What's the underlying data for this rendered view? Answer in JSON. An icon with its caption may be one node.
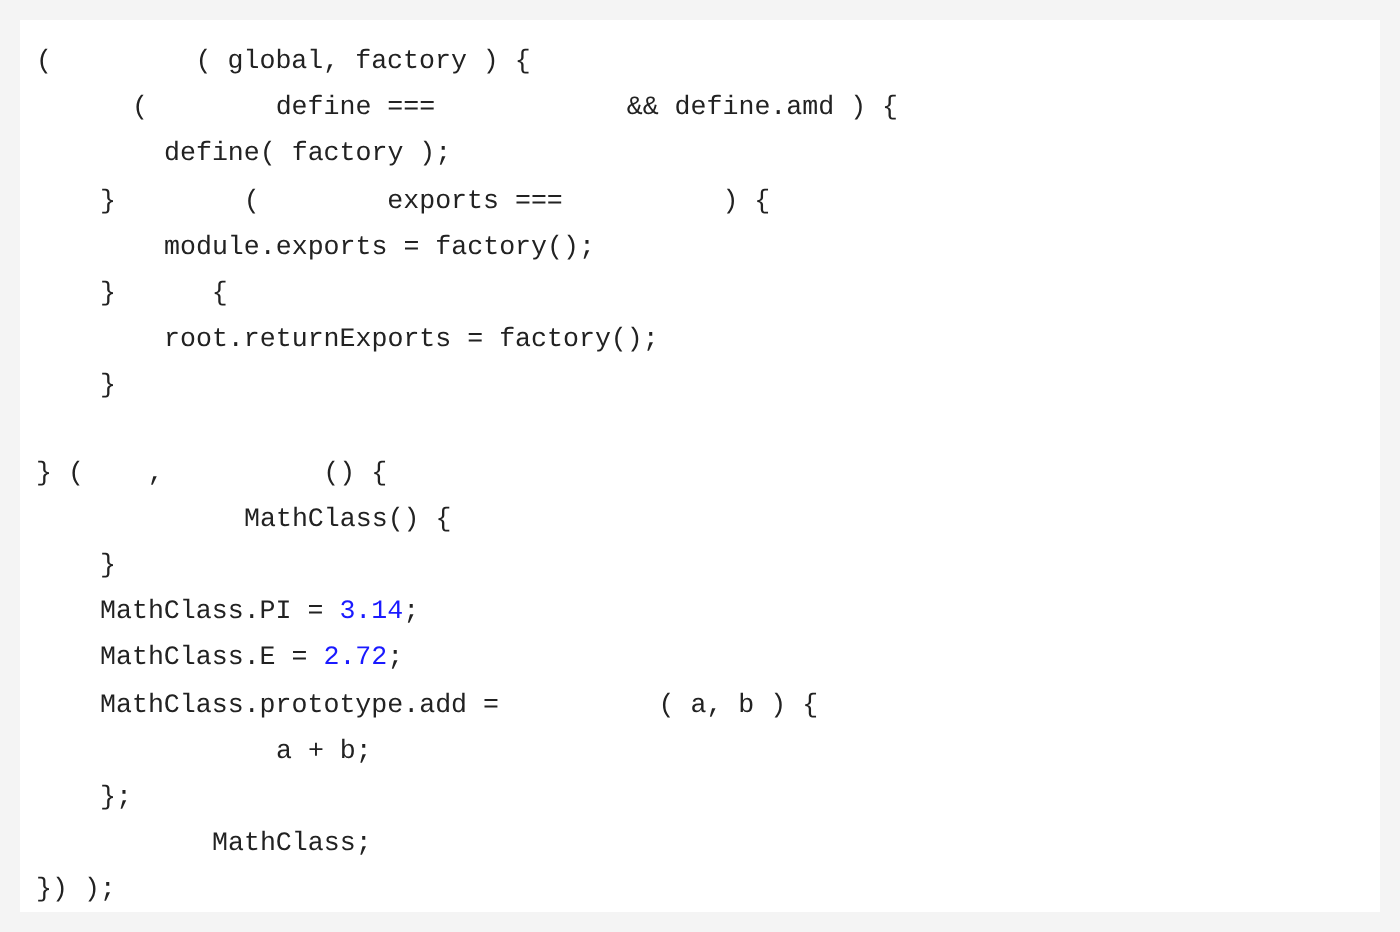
{
  "diagram": {
    "labels": [
      "(         ( global, factory ) {",
      "(        define ===            && define.amd ) {",
      "define( factory );",
      "}        (        exports ===          ) {",
      "module.exports = factory();",
      "}      {",
      "root.returnExports = factory();",
      "}",
      "} (    ,          () {",
      "MathClass() {",
      "}",
      "MathClass.PI = 3.14;",
      "MathClass.E = 2.72;",
      "MathClass.prototype.add =          ( a, b ) {",
      "a + b;",
      "};",
      "MathClass;",
      "}) );"
    ]
  }
}
